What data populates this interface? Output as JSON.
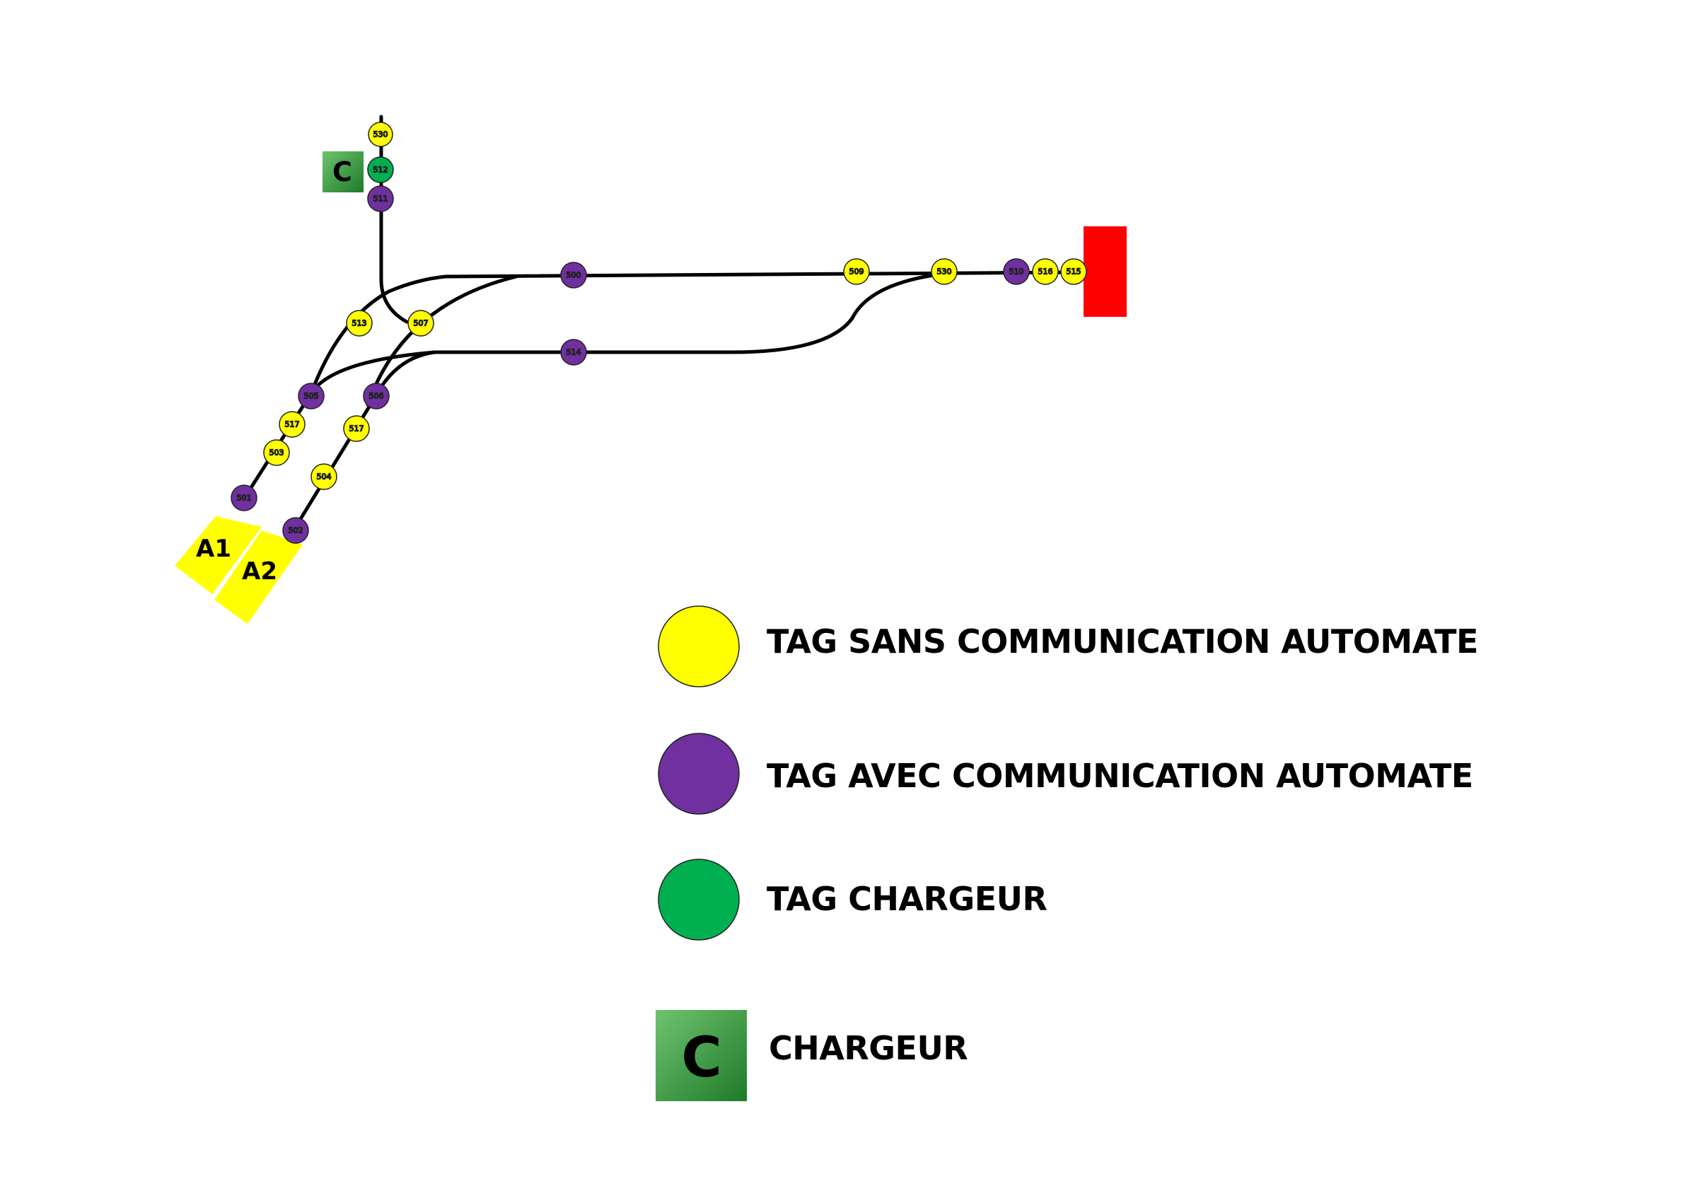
{
  "colors": {
    "tag_without_comm": "#ffff00",
    "tag_with_comm": "#7030a0",
    "tag_charger": "#00b050",
    "charger_light": "#6fc36f",
    "charger_dark": "#1e7a28",
    "end_block": "#ff0000",
    "zone": "#ffff00",
    "track": "#000000"
  },
  "zones": {
    "a1": "A1",
    "a2": "A2"
  },
  "charger": {
    "label": "C"
  },
  "tags": {
    "t530_top": "530",
    "t512": "512",
    "t511": "511",
    "t500": "500",
    "t509": "509",
    "t530_right": "530",
    "t510": "510",
    "t516": "516",
    "t515": "515",
    "t513": "513",
    "t507": "507",
    "t514": "514",
    "t505": "505",
    "t506": "506",
    "t517_left": "517",
    "t517_right": "517",
    "t503": "503",
    "t504": "504",
    "t501": "501",
    "t502": "502"
  },
  "legend": {
    "tag_without_comm": "TAG SANS COMMUNICATION AUTOMATE",
    "tag_with_comm": "TAG AVEC COMMUNICATION AUTOMATE",
    "tag_charger": "TAG CHARGEUR",
    "charger": "CHARGEUR",
    "charger_icon_letter": "C"
  }
}
